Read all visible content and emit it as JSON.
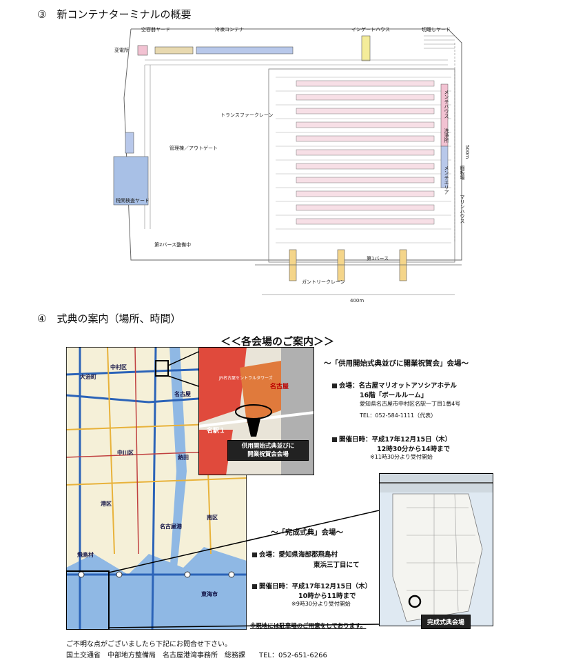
{
  "section3": {
    "heading": "③　新コンテナターミナルの概要",
    "labels": {
      "empty_yard": "空容器ヤード",
      "reefer": "冷凍コンテナ",
      "ingate": "インゲートハウス",
      "cut_yard": "切離しヤード",
      "substation": "変電所",
      "transfer_crane": "トランスファークレーン",
      "admin": "管理棟／アウトゲート",
      "customs_yard": "税関検査ヤード",
      "maintenance_house": "メンテハウス",
      "wash": "洗浄所",
      "maintenance_area": "メンテエリア",
      "yard_strip": "鋼板場",
      "marine_house": "マリンハウス",
      "berth2": "第2バース整備中",
      "berth1": "第1バース",
      "gantry": "ガントリークレーン",
      "width": "400m",
      "height": "500m"
    }
  },
  "section4": {
    "heading": "④　式典の案内（場所、時間）",
    "title": "＜＜各会場のご案内＞＞",
    "map_labels": [
      "中村区",
      "大治町",
      "名古屋",
      "中川区",
      "熱田",
      "港区",
      "南区",
      "飛島村",
      "東海市",
      "名古屋港"
    ],
    "inset_labels": [
      "名古屋",
      "名駅１",
      "JR名古屋セントラルタワーズ"
    ],
    "callout1": [
      "供用開始式典並びに",
      "開業祝賀会会場"
    ],
    "venue1": {
      "title": "～「供用開始式典並びに開業祝賀会」会場～",
      "place_label": "会場：名古屋マリオットアソシアホテル",
      "place_floor": "16階「ボールルーム」",
      "address": "愛知県名古屋市中村区名駅一丁目1番4号",
      "tel": "TEL：052-584-1111（代表）",
      "date_label": "開催日時：平成17年12月15日（木）",
      "time": "12時30分から14時まで",
      "reception": "※11時30分より受付開始"
    },
    "venue2": {
      "title": "～「完成式典」会場～",
      "place_label": "会場：愛知県海部郡飛島村",
      "place_sub": "東浜三丁目にて",
      "date_label": "開催日時：平成17年12月15日（木）",
      "time": "10時から11時まで",
      "reception": "※9時30分より受付開始",
      "parking": "※現地には駐車場のご用意をしております。"
    },
    "callout2": "完成式典会場",
    "footer_line1": "ご不明な点がございましたら下記にお問合せ下さい。",
    "footer_line2": "国土交通省　中部地方整備局　名古屋港湾事務所　総務課　　TEL：052-651-6266"
  }
}
